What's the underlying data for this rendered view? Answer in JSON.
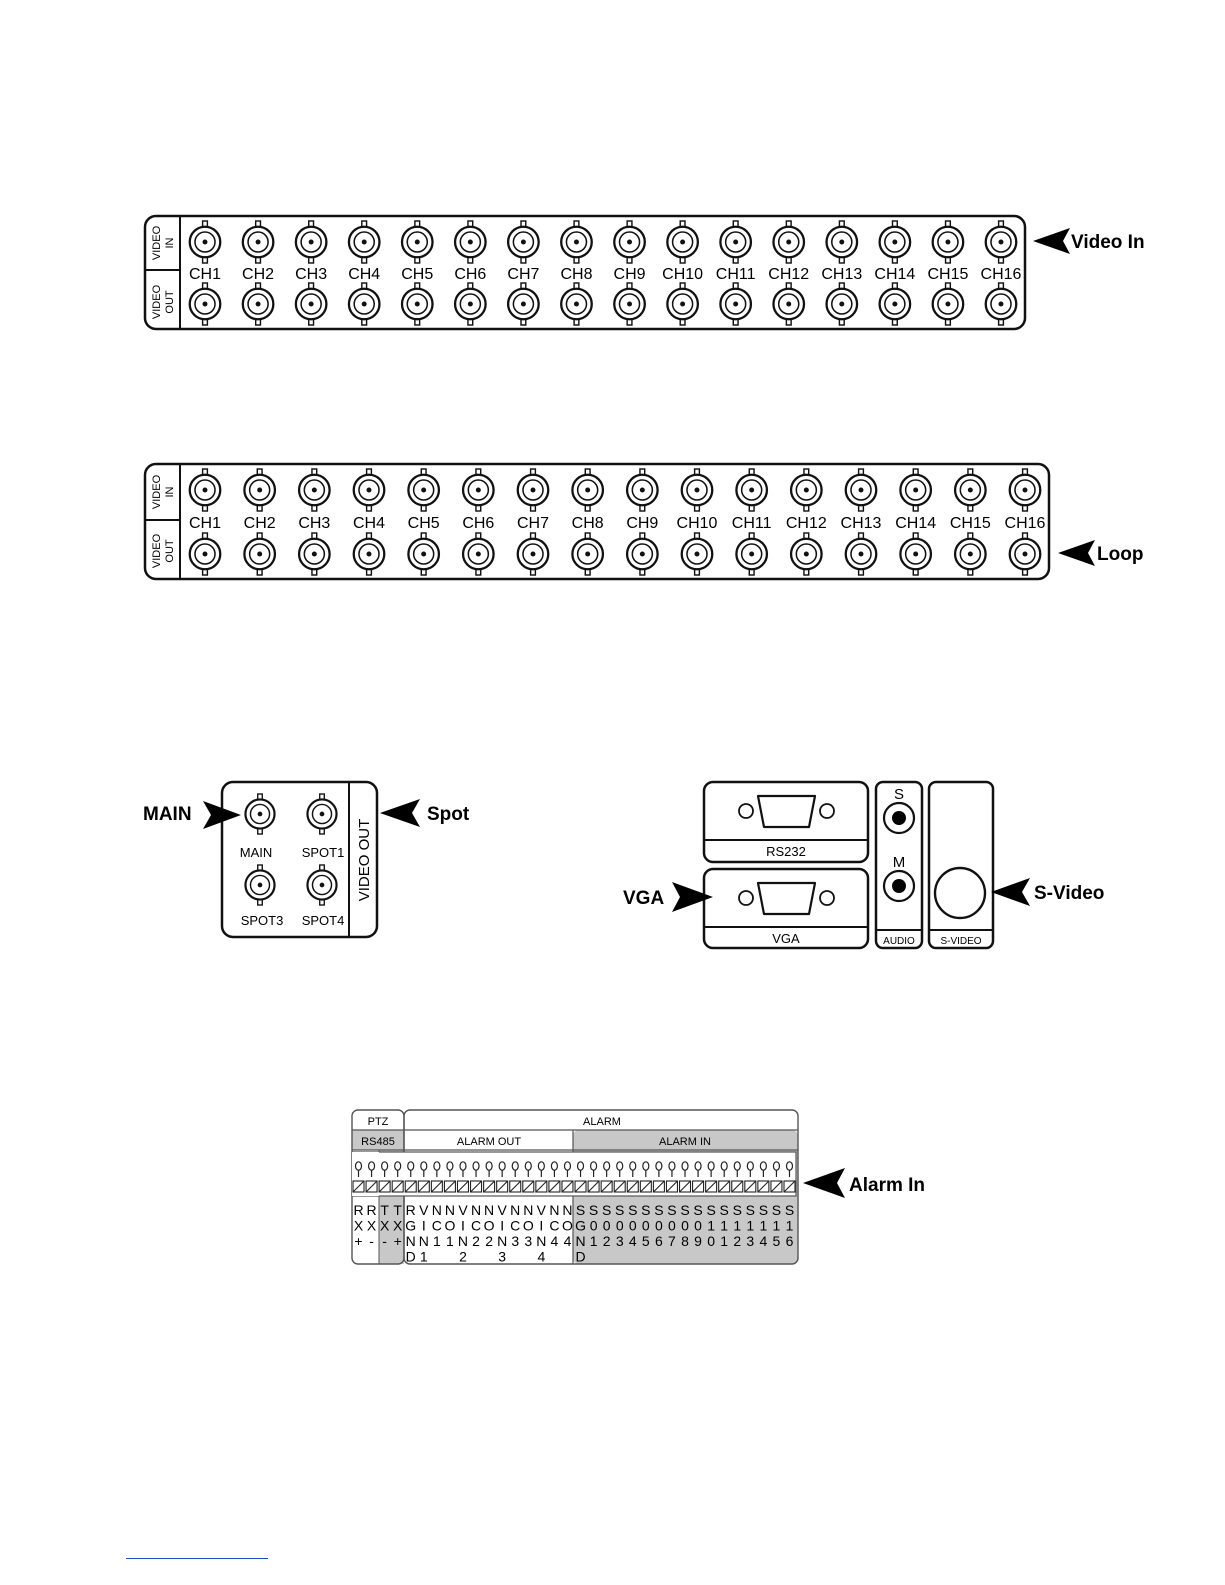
{
  "row_labels": {
    "video_in": [
      "VIDEO",
      "IN"
    ],
    "video_out": [
      "VIDEO",
      "OUT"
    ]
  },
  "channels": [
    "CH1",
    "CH2",
    "CH3",
    "CH4",
    "CH5",
    "CH6",
    "CH7",
    "CH8",
    "CH9",
    "CH10",
    "CH11",
    "CH12",
    "CH13",
    "CH14",
    "CH15",
    "CH16"
  ],
  "panel1": {
    "callout": "Video In"
  },
  "panel2": {
    "callout": "Loop"
  },
  "main_spot": {
    "vertical_label": "VIDEO OUT",
    "connectors": [
      "MAIN",
      "SPOT1",
      "SPOT3",
      "SPOT4"
    ],
    "callout_main": "MAIN",
    "callout_spot": "Spot"
  },
  "rear_io": {
    "rs232": "RS232",
    "vga": "VGA",
    "audio": "AUDIO",
    "audio_s": "S",
    "audio_m": "M",
    "svideo": "S-VIDEO",
    "callout_vga": "VGA",
    "callout_svideo": "S-Video"
  },
  "terminal_block": {
    "header_ptz": "PTZ",
    "header_alarm": "ALARM",
    "header_rs485": "RS485",
    "header_alarm_out": "ALARM OUT",
    "header_alarm_in": "ALARM IN",
    "callout": "Alarm In",
    "pins": [
      [
        "R",
        "X",
        "+",
        ""
      ],
      [
        "R",
        "X",
        "-",
        ""
      ],
      [
        "T",
        "X",
        "-",
        ""
      ],
      [
        "T",
        "X",
        "+",
        ""
      ],
      [
        "R",
        "G",
        "N",
        "D"
      ],
      [
        "V",
        "I",
        "N",
        "1"
      ],
      [
        "N",
        "C",
        "1",
        ""
      ],
      [
        "N",
        "O",
        "1",
        ""
      ],
      [
        "V",
        "I",
        "N",
        "2"
      ],
      [
        "N",
        "C",
        "2",
        ""
      ],
      [
        "N",
        "O",
        "2",
        ""
      ],
      [
        "V",
        "I",
        "N",
        "3"
      ],
      [
        "N",
        "C",
        "3",
        ""
      ],
      [
        "N",
        "O",
        "3",
        ""
      ],
      [
        "V",
        "I",
        "N",
        "4"
      ],
      [
        "N",
        "C",
        "4",
        ""
      ],
      [
        "N",
        "O",
        "4",
        ""
      ],
      [
        "S",
        "G",
        "N",
        "D"
      ],
      [
        "S",
        "0",
        "1",
        ""
      ],
      [
        "S",
        "0",
        "2",
        ""
      ],
      [
        "S",
        "0",
        "3",
        ""
      ],
      [
        "S",
        "0",
        "4",
        ""
      ],
      [
        "S",
        "0",
        "5",
        ""
      ],
      [
        "S",
        "0",
        "6",
        ""
      ],
      [
        "S",
        "0",
        "7",
        ""
      ],
      [
        "S",
        "0",
        "8",
        ""
      ],
      [
        "S",
        "0",
        "9",
        ""
      ],
      [
        "S",
        "1",
        "0",
        ""
      ],
      [
        "S",
        "1",
        "1",
        ""
      ],
      [
        "S",
        "1",
        "2",
        ""
      ],
      [
        "S",
        "1",
        "3",
        ""
      ],
      [
        "S",
        "1",
        "4",
        ""
      ],
      [
        "S",
        "1",
        "5",
        ""
      ],
      [
        "S",
        "1",
        "6",
        ""
      ]
    ]
  }
}
